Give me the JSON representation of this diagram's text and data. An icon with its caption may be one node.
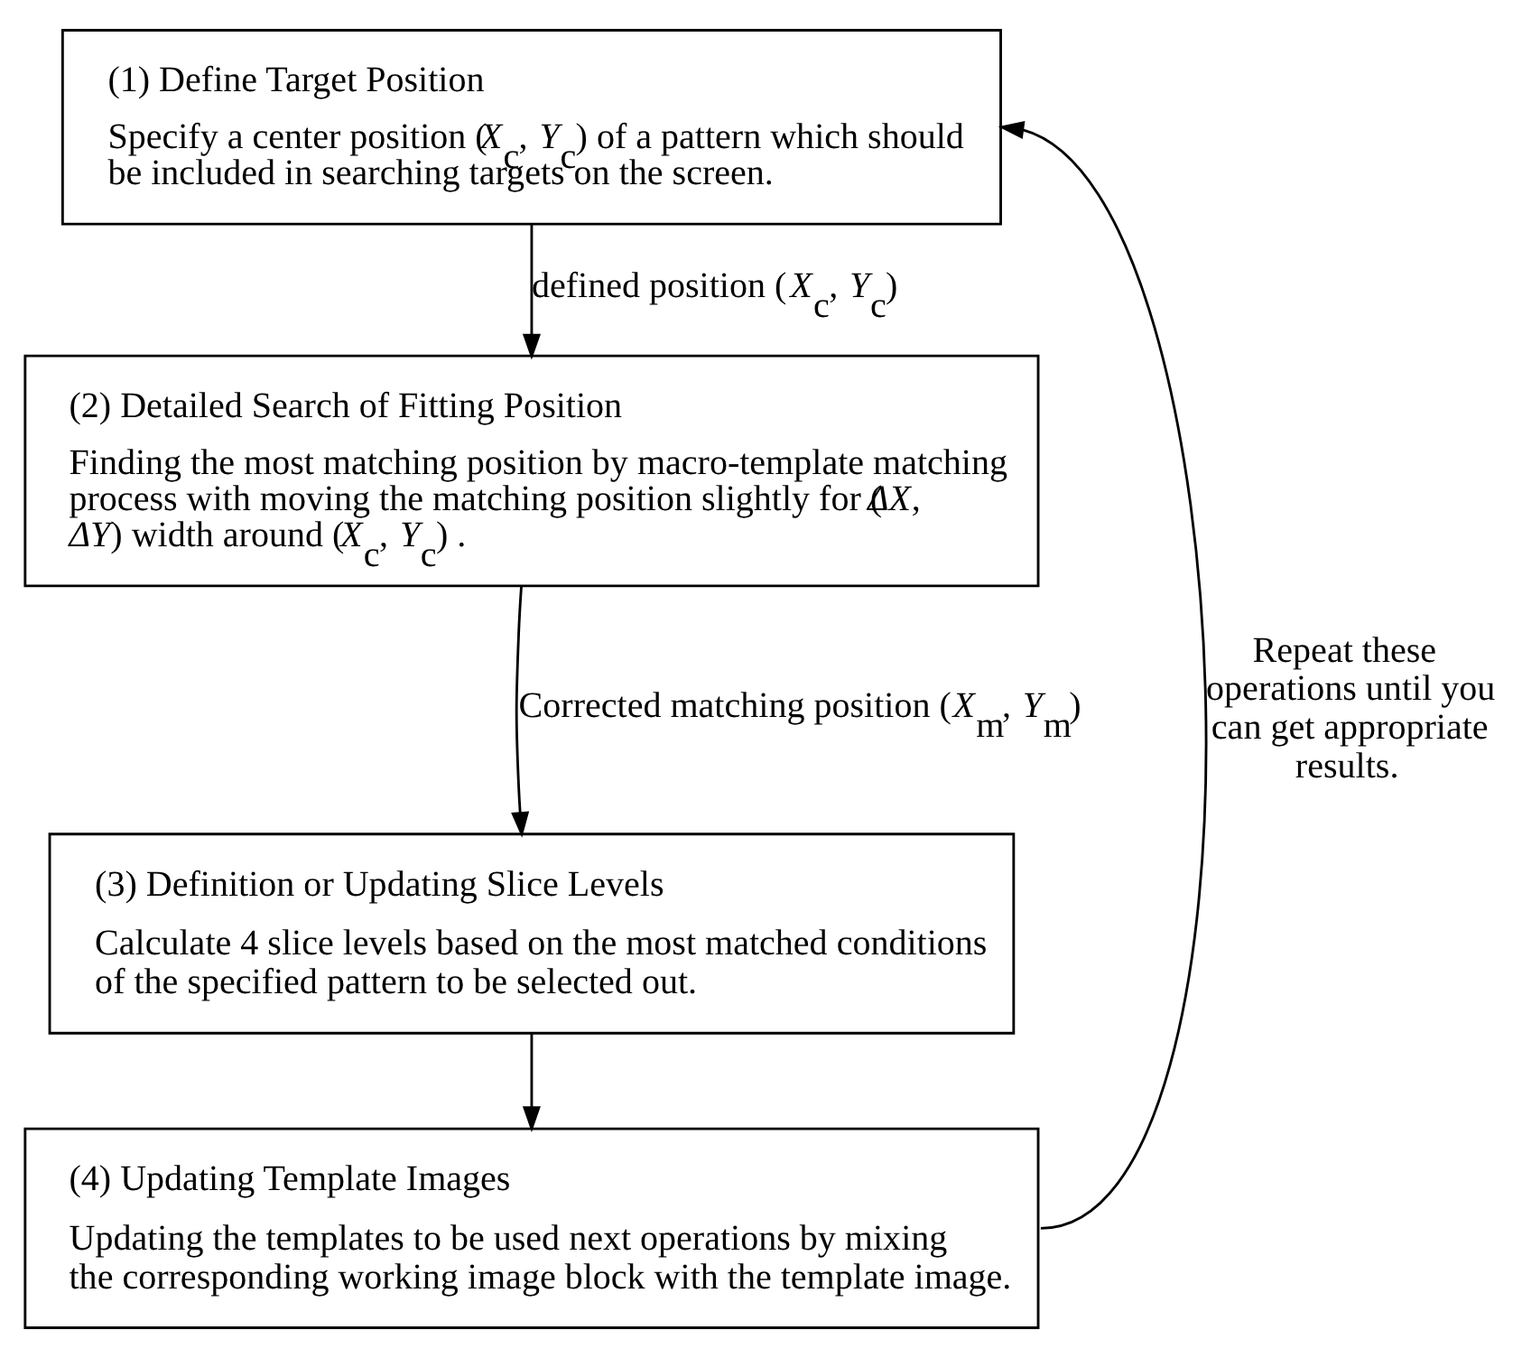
{
  "diagram": {
    "nodes": [
      {
        "text": [
          "(1) Define Target Position",
          "Specify a center position (*X*$_{c}$, *Y*$_{c}$) of a pattern which should be included in searching targets on the screen."
        ]
      },
      {
        "text": [
          "(2) Detailed Search of Fitting Position",
          "Finding the most matching position by macro-template matching process with moving the matching position slightly for (*ΔX*, *ΔY*) width around (*X*$_{c}$, *Y*$_{c}$) ."
        ]
      },
      {
        "text": [
          "(3) Definition or Updating Slice Levels",
          "Calculate 4 slice levels based on the most matched conditions of the specified pattern to be selected out."
        ]
      },
      {
        "text": [
          "(4) Updating Template Images",
          "Updating the templates to be used next operations by mixing the corresponding working image block with the template image."
        ]
      }
    ],
    "edges": [
      {
        "from": 0,
        "to": 1,
        "arrow": "to",
        "label": "defined position (*X*$_{c}$, *Y*$_{c}$)"
      },
      {
        "from": 1,
        "to": 2,
        "arrow": "to",
        "label": "Corrected matching position (*X*$_{m}$, *Y*$_{m}$)"
      },
      {
        "from": 2,
        "to": 3,
        "arrow": "to"
      },
      {
        "from": 3,
        "to": 0,
        "arrow": "to",
        "label": "Repeat these operations until you can get appropriate results."
      }
    ]
  }
}
